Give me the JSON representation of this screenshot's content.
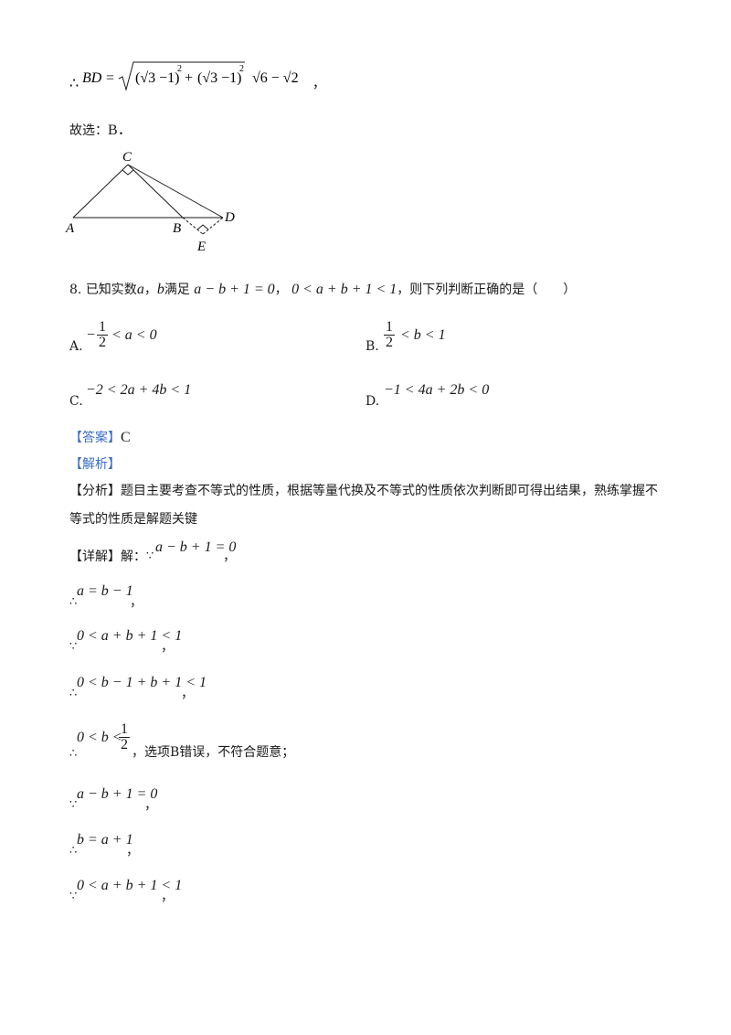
{
  "bd_line": {
    "therefore": "∴",
    "lhs": "BD",
    "eq": "=",
    "rhs": "√6 − √2",
    "tail": "，",
    "radicand_a": "(√3 −1)",
    "radicand_b": "(√3 −1)",
    "exp": "2",
    "plus": "+"
  },
  "choice_line": {
    "label": "故选：",
    "value": "B．"
  },
  "figure": {
    "labels": {
      "C": "C",
      "A": "A",
      "B": "B",
      "D": "D",
      "E": "E"
    }
  },
  "question": {
    "number": "8.",
    "text_a": "已知实数",
    "var_a": "a",
    "comma": "，",
    "var_b": "b",
    "text_b": "满足",
    "cond1": "a − b + 1 = 0",
    "comma2": "，",
    "cond2": "0 < a + b + 1 < 1",
    "text_c": "，则下列判断正确的是（　　）"
  },
  "options": [
    {
      "label": "A.",
      "pre": "−",
      "num": "1",
      "den": "2",
      "post": "< a < 0"
    },
    {
      "label": "B.",
      "pre": "",
      "num": "1",
      "den": "2",
      "post": "< b < 1"
    },
    {
      "label": "C.",
      "expr": "−2 < 2a + 4b < 1"
    },
    {
      "label": "D.",
      "expr": "−1 < 4a + 2b < 0"
    }
  ],
  "answer": {
    "tag": "【答案】",
    "value": "C"
  },
  "analysis": {
    "tag": "【解析】"
  },
  "fenxi": {
    "tag": "【分析】",
    "text1": "题目主要考查不等式的性质，根据等量代换及不等式的性质依次判断即可得出结果，熟练掌握不",
    "text2": "等式的性质是解题关键"
  },
  "detail": {
    "tag": "【详解】",
    "text": "解：",
    "because": "∵",
    "expr": "a − b + 1 = 0",
    "tail": "，"
  },
  "steps": [
    {
      "sym": "∴",
      "expr": "a = b − 1",
      "tail": "，"
    },
    {
      "sym": "∵",
      "expr": "0 < a + b + 1 < 1",
      "tail": "，"
    },
    {
      "sym": "∴",
      "expr": "0 < b − 1 + b + 1 < 1",
      "tail": "，"
    },
    {
      "sym": "∴",
      "pre": "0 < b <",
      "num": "1",
      "den": "2",
      "tail": "，选项B错误，不符合题意；"
    },
    {
      "sym": "∵",
      "expr": "a − b + 1 = 0",
      "tail": "，"
    },
    {
      "sym": "∴",
      "expr": "b = a + 1",
      "tail": "，"
    },
    {
      "sym": "∵",
      "expr": "0 < a + b + 1 < 1",
      "tail": "，"
    }
  ]
}
